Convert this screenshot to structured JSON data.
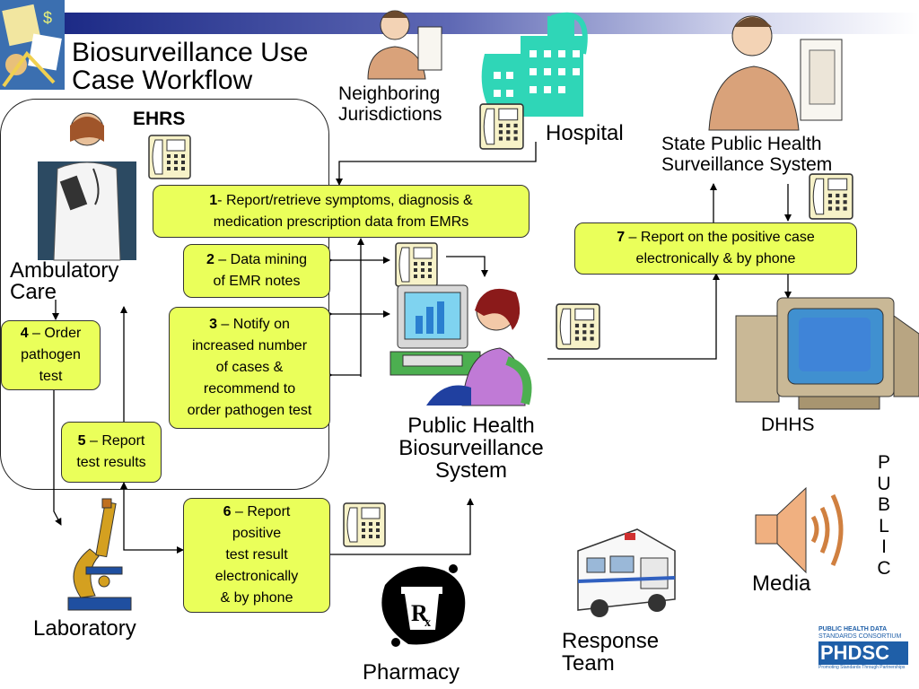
{
  "title_line1": "Biosurveillance Use",
  "title_line2": "Case Workflow",
  "ehrs_label": "EHRS",
  "nodes": {
    "neighboring_1": "Neighboring",
    "neighboring_2": "Jurisdictions",
    "hospital": "Hospital",
    "state_1": "State Public Health",
    "state_2": "Surveillance System",
    "ambulatory_1": "Ambulatory",
    "ambulatory_2": "Care",
    "phbs_1": "Public Health",
    "phbs_2": "Biosurveillance",
    "phbs_3": "System",
    "dhhs": "DHHS",
    "laboratory": "Laboratory",
    "pharmacy": "Pharmacy",
    "response_1": "Response",
    "response_2": "Team",
    "media": "Media",
    "public": [
      "P",
      "U",
      "B",
      "L",
      "I",
      "C"
    ]
  },
  "steps": {
    "s1": {
      "num": "1",
      "line1": "- Report/retrieve symptoms, diagnosis &",
      "line2": "medication prescription data from EMRs"
    },
    "s2": {
      "num": "2",
      "line1": " – Data mining",
      "line2": "of EMR notes"
    },
    "s3": {
      "num": "3",
      "line1": " – Notify on",
      "line2": "increased number",
      "line3": "of cases &",
      "line4": "recommend to",
      "line5": "order pathogen test"
    },
    "s4": {
      "num": "4",
      "line1": " – Order",
      "line2": "pathogen",
      "line3": "test"
    },
    "s5": {
      "num": "5",
      "line1": " – Report",
      "line2": "test results"
    },
    "s6": {
      "num": "6",
      "line1": " – Report",
      "line2": "positive",
      "line3": "test result",
      "line4": "electronically",
      "line5": "& by phone"
    },
    "s7": {
      "num": "7",
      "line1": " – Report on the positive case",
      "line2": "electronically & by phone"
    }
  },
  "logo": {
    "line1": "PUBLIC HEALTH DATA",
    "line2": "STANDARDS CONSORTIUM",
    "name": "PHDSC",
    "tagline": "Promoting Standards Through Partnerships"
  },
  "colors": {
    "step_fill": "#eaff5a",
    "hospital_teal": "#2fd6b7",
    "band_dark": "#1c2a86",
    "phdsc_blue": "#1f5fa8"
  }
}
